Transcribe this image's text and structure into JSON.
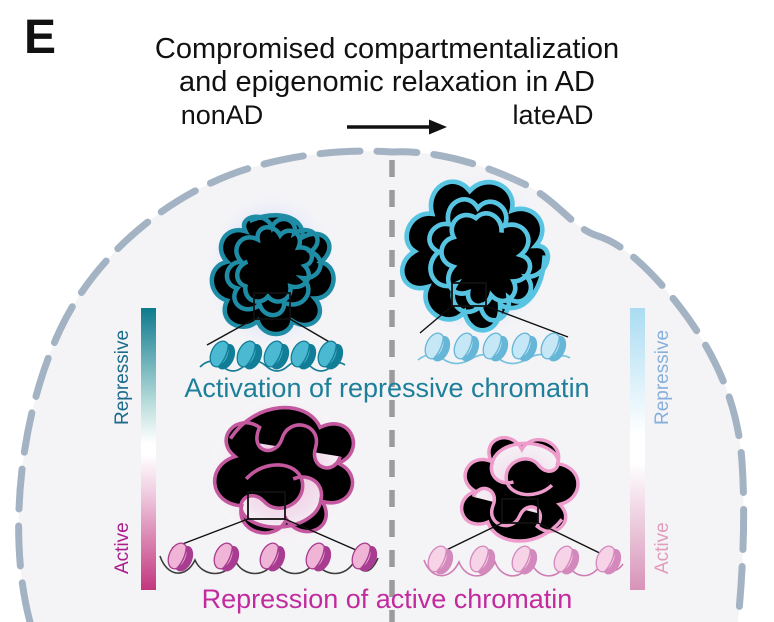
{
  "panel_label": "E",
  "title": {
    "line1": "Compromised compartmentalization",
    "line2": "and epigenomic relaxation in AD"
  },
  "conditions": {
    "left": "nonAD",
    "right": "lateAD"
  },
  "captions": {
    "activation": "Activation of repressive chromatin",
    "repression": "Repression of active chromatin"
  },
  "scale_left": {
    "repressive": "Repressive",
    "active": "Active"
  },
  "scale_right": {
    "repressive": "Repressive",
    "active": "Active"
  },
  "colors": {
    "caption_activation": "#1d7f99",
    "caption_repression": "#c12b9e",
    "scale_left_top": "#0e7a8e",
    "scale_left_bottom": "#c2367e",
    "scale_right_top": "#aadcf2",
    "scale_right_bottom": "#d793b8",
    "scale_left_repressive_label": "#1b6b8c",
    "scale_left_active_label": "#ab1d8d",
    "scale_right_repressive_label": "#86b0db",
    "scale_right_active_label": "#e39bbd",
    "chromatin_repressive_nonAD": "#1f8ca5",
    "chromatin_repressive_lateAD": "#57c5e2",
    "chromatin_active_nonAD": "#c4589f",
    "chromatin_active_lateAD": "#ee9ccb",
    "dome_outline": "#a4b3c4",
    "dome_fill": "#f4f4f6",
    "divider": "#9b9b9b",
    "arrow": "#111111"
  }
}
